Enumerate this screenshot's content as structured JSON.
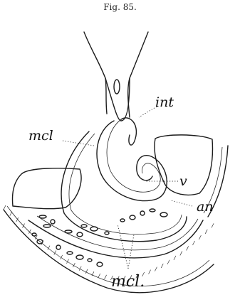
{
  "figure": {
    "caption": "Fig. 85.",
    "labels": {
      "int": "int",
      "mcl_upper": "mcl",
      "v": "v",
      "an": "an",
      "mcl_lower": "mcl."
    }
  }
}
